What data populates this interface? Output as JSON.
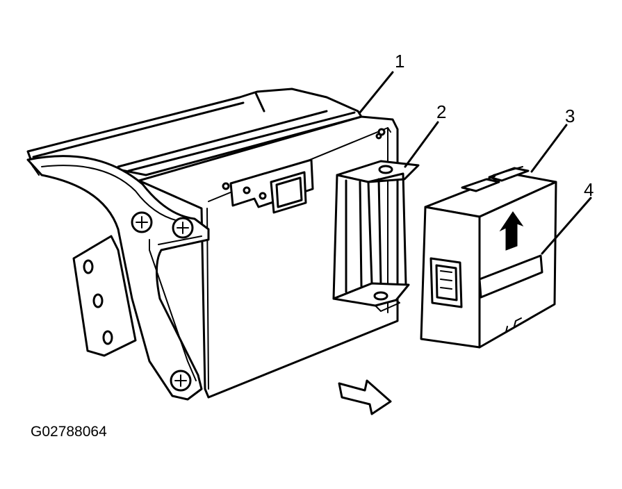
{
  "callouts": [
    {
      "label": "1",
      "part": "receiver-housing"
    },
    {
      "label": "2",
      "part": "mounting-bracket"
    },
    {
      "label": "3",
      "part": "control-module"
    },
    {
      "label": "4",
      "part": "module-label"
    }
  ],
  "figure_id": "G02788064",
  "colors": {
    "line": "#000000",
    "background": "#ffffff"
  }
}
